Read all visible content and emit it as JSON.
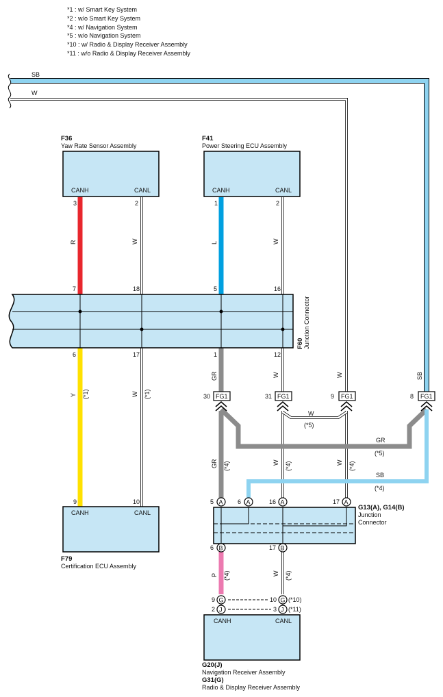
{
  "notes": [
    "*1 : w/ Smart Key System",
    "*2 : w/o Smart Key System",
    "*4 : w/ Navigation System",
    "*5 : w/o Navigation System",
    "*10 : w/ Radio & Display Receiver Assembly",
    "*11 : w/o Radio & Display Receiver Assembly"
  ],
  "colors": {
    "box_fill": "#c6e6f5",
    "SB": "#8ed3f0",
    "L": "#00a0e0",
    "R": "#e8262d",
    "Y": "#ffe100",
    "GR": "#8c8c8c",
    "P": "#ec7ab0",
    "W": "#ffffff"
  },
  "top_wires": {
    "sb": "SB",
    "w": "W"
  },
  "f36": {
    "code": "F36",
    "name": "Yaw Rate Sensor Assembly",
    "canh": "CANH",
    "canl": "CANL",
    "pin_h": "3",
    "pin_l": "2",
    "wire_h": "R",
    "wire_l": "W"
  },
  "f41": {
    "code": "F41",
    "name": "Power Steering ECU Assembly",
    "canh": "CANH",
    "canl": "CANL",
    "pin_h": "1",
    "pin_l": "2",
    "wire_h": "L",
    "wire_l": "W"
  },
  "f60": {
    "code": "F60",
    "name": "Junction Connector",
    "top_pins": [
      "7",
      "18",
      "5",
      "16"
    ],
    "bottom_pins": [
      "6",
      "17",
      "1",
      "12"
    ]
  },
  "wires_below_f60": {
    "y": "Y",
    "y_note": "(*1)",
    "w": "W",
    "w_note": "(*1)",
    "gr": "GR",
    "w2": "W",
    "w3": "W",
    "sb": "SB"
  },
  "fg1": {
    "label": "FG1",
    "pins": [
      "30",
      "31",
      "9",
      "8"
    ]
  },
  "fg1_branches": {
    "w5": "W",
    "w5_note": "(*5)",
    "gr5": "GR",
    "gr5_note": "(*5)",
    "sb4": "SB",
    "sb4_note": "(*4)"
  },
  "vertical_labels_below_fg1": {
    "gr": "GR",
    "gr_note": "(*4)",
    "w1": "W",
    "w1_note": "(*4)",
    "w2": "W",
    "w2_note": "(*4)"
  },
  "f79": {
    "code": "F79",
    "name": "Certification ECU Assembly",
    "canh": "CANH",
    "canl": "CANL",
    "pin_h": "9",
    "pin_l": "10"
  },
  "g13": {
    "code": "G13(A), G14(B)",
    "name1": "Junction",
    "name2": "Connector",
    "top_pins": [
      "5",
      "6",
      "16",
      "17"
    ],
    "top_letter": "A",
    "bottom_pins": [
      "6",
      "17"
    ],
    "bottom_letter": "B"
  },
  "below_g13": {
    "p": "P",
    "p_note": "(*4)",
    "w": "W",
    "w_note": "(*4)"
  },
  "g20": {
    "code1": "G20(J)",
    "name1": "Navigation Receiver Assembly",
    "code2": "G31(G)",
    "name2": "Radio & Display Receiver Assembly",
    "canh": "CANH",
    "canl": "CANL",
    "g_letter": "G",
    "j_letter": "J",
    "pins_g": [
      "9",
      "10"
    ],
    "pins_j": [
      "2",
      "3"
    ],
    "note_g": "(*10)",
    "note_j": "(*11)"
  }
}
